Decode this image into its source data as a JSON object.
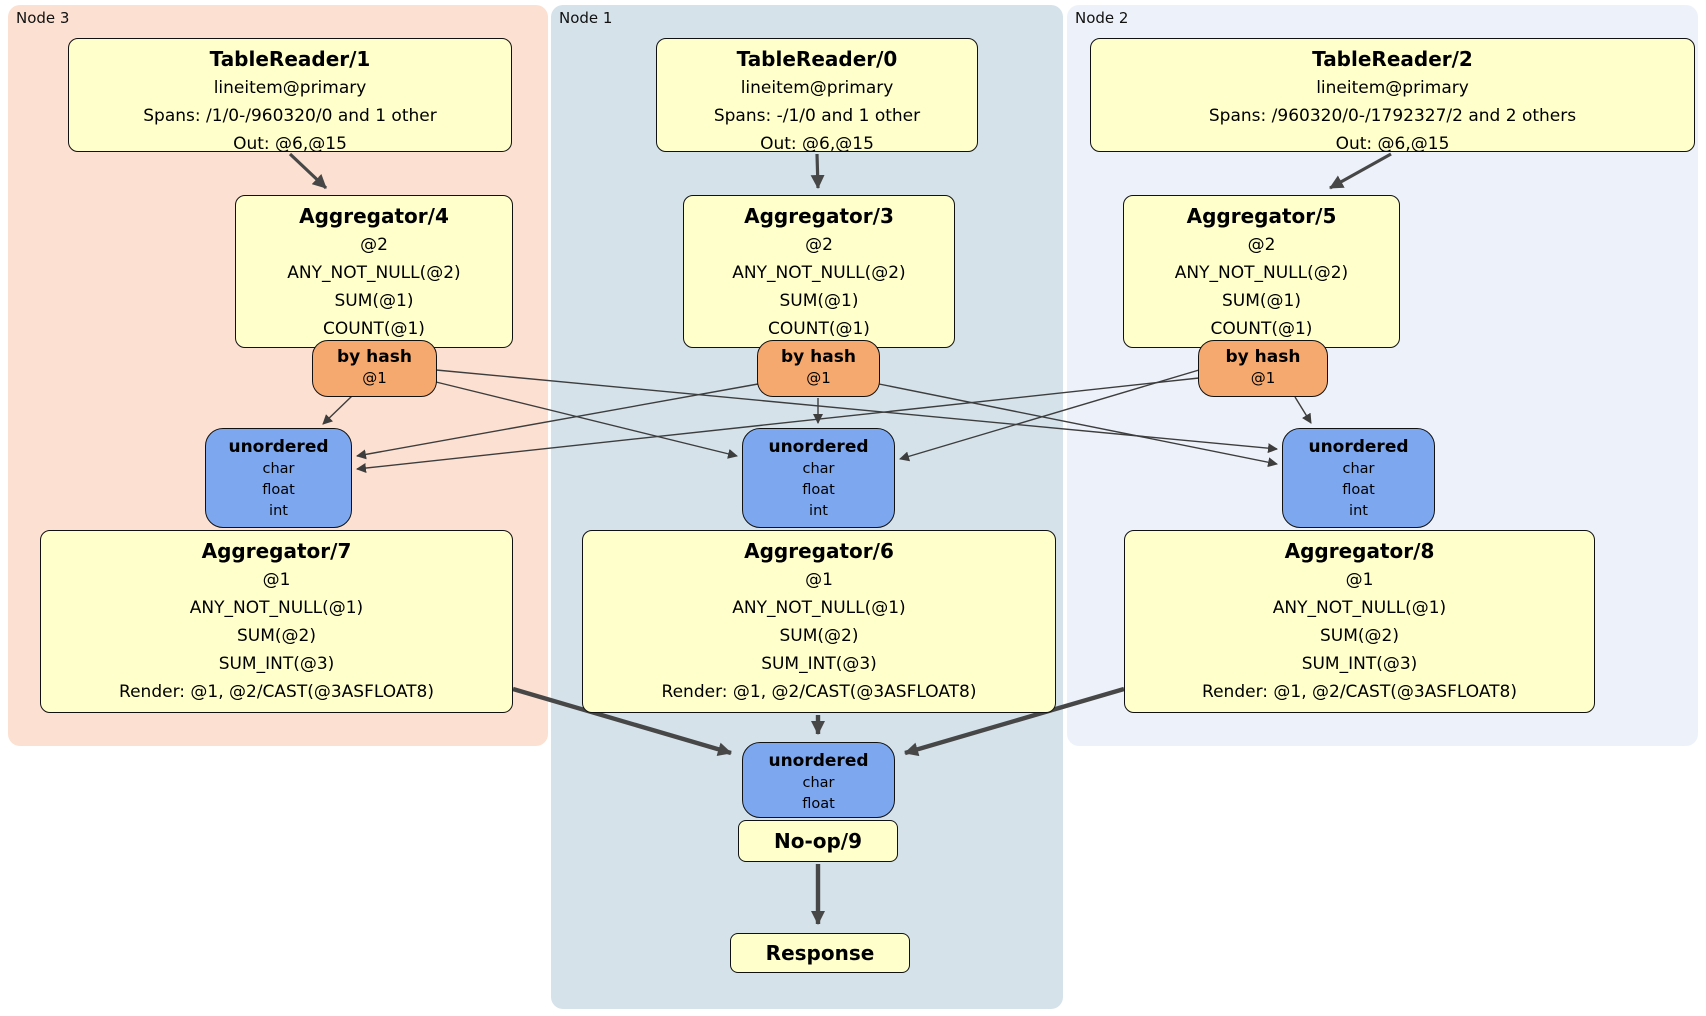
{
  "regions": [
    {
      "label": "Node 3"
    },
    {
      "label": "Node 1"
    },
    {
      "label": "Node 2"
    }
  ],
  "nodes": {
    "tr1": {
      "title": "TableReader/1",
      "lines": [
        "lineitem@primary",
        "Spans: /1/0-/960320/0 and 1 other",
        "Out: @6,@15"
      ]
    },
    "tr0": {
      "title": "TableReader/0",
      "lines": [
        "lineitem@primary",
        "Spans: -/1/0 and 1 other",
        "Out: @6,@15"
      ]
    },
    "tr2": {
      "title": "TableReader/2",
      "lines": [
        "lineitem@primary",
        "Spans: /960320/0-/1792327/2 and 2 others",
        "Out: @6,@15"
      ]
    },
    "agg4": {
      "title": "Aggregator/4",
      "lines": [
        "@2",
        "ANY_NOT_NULL(@2)",
        "SUM(@1)",
        "COUNT(@1)"
      ]
    },
    "agg3": {
      "title": "Aggregator/3",
      "lines": [
        "@2",
        "ANY_NOT_NULL(@2)",
        "SUM(@1)",
        "COUNT(@1)"
      ]
    },
    "agg5": {
      "title": "Aggregator/5",
      "lines": [
        "@2",
        "ANY_NOT_NULL(@2)",
        "SUM(@1)",
        "COUNT(@1)"
      ]
    },
    "router4": {
      "title": "by hash",
      "lines": [
        "@1"
      ]
    },
    "router3": {
      "title": "by hash",
      "lines": [
        "@1"
      ]
    },
    "router5": {
      "title": "by hash",
      "lines": [
        "@1"
      ]
    },
    "sync7": {
      "title": "unordered",
      "lines": [
        "char",
        "float",
        "int"
      ]
    },
    "sync6": {
      "title": "unordered",
      "lines": [
        "char",
        "float",
        "int"
      ]
    },
    "sync8": {
      "title": "unordered",
      "lines": [
        "char",
        "float",
        "int"
      ]
    },
    "agg7": {
      "title": "Aggregator/7",
      "lines": [
        "@1",
        "ANY_NOT_NULL(@1)",
        "SUM(@2)",
        "SUM_INT(@3)",
        "Render: @1, @2/CAST(@3ASFLOAT8)"
      ]
    },
    "agg6": {
      "title": "Aggregator/6",
      "lines": [
        "@1",
        "ANY_NOT_NULL(@1)",
        "SUM(@2)",
        "SUM_INT(@3)",
        "Render: @1, @2/CAST(@3ASFLOAT8)"
      ]
    },
    "agg8": {
      "title": "Aggregator/8",
      "lines": [
        "@1",
        "ANY_NOT_NULL(@1)",
        "SUM(@2)",
        "SUM_INT(@3)",
        "Render: @1, @2/CAST(@3ASFLOAT8)"
      ]
    },
    "sync9": {
      "title": "unordered",
      "lines": [
        "char",
        "float"
      ]
    },
    "noop9": {
      "title": "No-op/9"
    },
    "response": {
      "title": "Response"
    }
  },
  "edges": [
    {
      "from": "TableReader/1",
      "to": "Aggregator/4"
    },
    {
      "from": "TableReader/0",
      "to": "Aggregator/3"
    },
    {
      "from": "TableReader/2",
      "to": "Aggregator/5"
    },
    {
      "from": "by hash (Aggregator/4)",
      "to": "unordered (Aggregator/7)"
    },
    {
      "from": "by hash (Aggregator/4)",
      "to": "unordered (Aggregator/6)"
    },
    {
      "from": "by hash (Aggregator/4)",
      "to": "unordered (Aggregator/8)"
    },
    {
      "from": "by hash (Aggregator/3)",
      "to": "unordered (Aggregator/7)"
    },
    {
      "from": "by hash (Aggregator/3)",
      "to": "unordered (Aggregator/6)"
    },
    {
      "from": "by hash (Aggregator/3)",
      "to": "unordered (Aggregator/8)"
    },
    {
      "from": "by hash (Aggregator/5)",
      "to": "unordered (Aggregator/7)"
    },
    {
      "from": "by hash (Aggregator/5)",
      "to": "unordered (Aggregator/6)"
    },
    {
      "from": "by hash (Aggregator/5)",
      "to": "unordered (Aggregator/8)"
    },
    {
      "from": "Aggregator/7",
      "to": "unordered (No-op/9)"
    },
    {
      "from": "Aggregator/6",
      "to": "unordered (No-op/9)"
    },
    {
      "from": "Aggregator/8",
      "to": "unordered (No-op/9)"
    },
    {
      "from": "No-op/9",
      "to": "Response"
    }
  ],
  "colors": {
    "node3_bg": "#FCE0D2",
    "node1_bg": "#D5E2EA",
    "node2_bg": "#EDF1F9",
    "processor_bg": "#FFFFCC",
    "router_bg": "#F6A96F",
    "sync_bg": "#7DA8F0",
    "edge": "#474747",
    "border": "#111111"
  }
}
